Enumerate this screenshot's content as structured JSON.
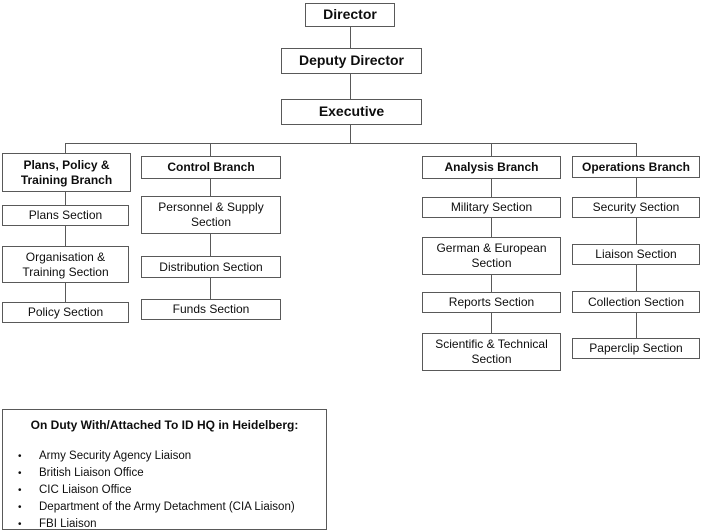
{
  "colors": {
    "box_border": "#595959",
    "connector_line": "#595959",
    "text": "#0d0d0d",
    "canvas_background": "#ffffff"
  },
  "org": {
    "director": {
      "label": "Director"
    },
    "deputy_director": {
      "label": "Deputy Director"
    },
    "executive": {
      "label": "Executive"
    },
    "branches": [
      {
        "label": "Plans, Policy & Training Branch",
        "sections": [
          "Plans Section",
          "Organisation & Training Section",
          "Policy Section"
        ]
      },
      {
        "label": "Control Branch",
        "sections": [
          "Personnel & Supply Section",
          "Distribution Section",
          "Funds Section"
        ]
      },
      {
        "label": "Analysis Branch",
        "sections": [
          "Military Section",
          "German & European Section",
          "Reports Section",
          "Scientific & Technical Section"
        ]
      },
      {
        "label": "Operations Branch",
        "sections": [
          "Security Section",
          "Liaison Section",
          "Collection Section",
          "Paperclip Section"
        ]
      }
    ]
  },
  "attached_panel": {
    "title": "On Duty With/Attached To ID HQ in Heidelberg:",
    "bullet": "•",
    "items": [
      "Army Security Agency Liaison",
      "British Liaison Office",
      "CIC Liaison Office",
      "Department of the Army Detachment (CIA Liaison)",
      "FBI Liaison"
    ]
  }
}
